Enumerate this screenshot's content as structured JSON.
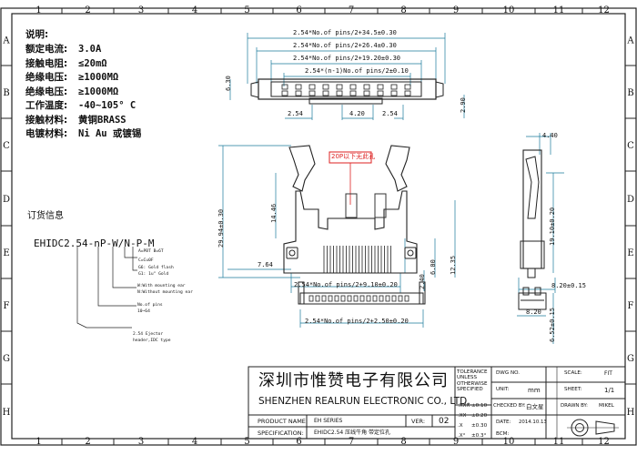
{
  "border": {
    "top_numbers": [
      "1",
      "2",
      "3",
      "4",
      "5",
      "6",
      "7",
      "8",
      "9",
      "10",
      "11",
      "12"
    ],
    "bottom_numbers": [
      "1",
      "2",
      "3",
      "4",
      "5",
      "6",
      "7",
      "8",
      "9",
      "10",
      "11",
      "12"
    ],
    "side_letters": [
      "A",
      "B",
      "C",
      "D",
      "E",
      "F",
      "G",
      "H"
    ]
  },
  "specs": {
    "title": "说明:",
    "rows": [
      {
        "label": "额定电流:",
        "value": "3.0A"
      },
      {
        "label": "接触电阻:",
        "value": "≤20mΩ"
      },
      {
        "label": "绝缘电压:",
        "value": "≥1000MΩ"
      },
      {
        "label": "绝缘电压:",
        "value": "≥1000MΩ"
      },
      {
        "label": "工作温度:",
        "value": "-40~105° C"
      },
      {
        "label": "接触材料:",
        "value": "黄铜BRASS"
      },
      {
        "label": "电镀材料:",
        "value": "Ni Au 或镀锡"
      }
    ]
  },
  "ordering": {
    "title": "订货信息",
    "code": "EHIDC2.54-nP-W/N-P-M",
    "notes": {
      "m": "A=PBT B=6T",
      "p1": "C=Cu0F",
      "p2": "G6: Gold flash",
      "p3": "G1: 1u\" Gold",
      "w1": "W:With mounting ear",
      "w2": "N:Without mounting ear",
      "n1": "No.of pins",
      "n2": "10~64",
      "s1": "2.54 Ejector",
      "s2": "header,IDC type"
    }
  },
  "top_view": {
    "dims": [
      "2.54*No.of pins/2+34.5±0.30",
      "2.54*No.of pins/2+26.4±0.30",
      "2.54*No.of pins/2+19.20±0.30",
      "2.54*(n-1)No.of pins/2±0.10"
    ],
    "left_dim": "6.30",
    "right_dim": "2.90",
    "bottom_dims": [
      "2.54",
      "4.20",
      "2.54"
    ]
  },
  "front_view": {
    "note": "20P以下无此孔",
    "dims": {
      "height": "29.94±0.30",
      "d1": "14.46",
      "d2": "12.35",
      "d3": "6.00",
      "d4": "7.64",
      "width": "2.54*No.of pins/2+9.10±0.20",
      "pin": "2.40",
      "bottom": "2.54*No.of pins/2+2.50±0.20"
    }
  },
  "side_view": {
    "top": "4.40",
    "height": "19.10±0.20",
    "width": "8.20±0.15",
    "small_w": "8.20",
    "small_h": "6.52±0.15"
  },
  "title_block": {
    "company_cn": "深圳市惟赞电子有限公司",
    "company_en": "SHENZHEN REALRUN ELECTRONIC CO., LTD.",
    "tolerance": [
      "TOLERANCE",
      "UNLESS",
      "OTHERWISE",
      "SPECIFIED"
    ],
    "tol_rows": [
      [
        ".XXX",
        "±0.10"
      ],
      [
        ".XX",
        "±0.20"
      ],
      [
        ".X",
        "±0.30"
      ],
      [
        ".X°",
        "±0.3°"
      ]
    ],
    "dwg_no_label": "DWG NO.",
    "scale_label": "SCALE:",
    "scale_value": "FIT",
    "unit_label": "UNIT:",
    "unit_value": "mm",
    "sheet_label": "SHEET:",
    "sheet_value": "1/1",
    "checked_label": "CHECKED BY:",
    "checked_value": "白文星",
    "drawn_label": "DRAWN BY:",
    "drawn_value": "MIKEL",
    "date_label": "DATE:",
    "date_value": "2014.10.13",
    "bcm_label": "BCM:",
    "product_label": "PRODUCT NAME:",
    "product_value": "EH SERIES",
    "ver_label": "VER:",
    "ver_value": "02",
    "spec_label": "SPECIFICATION:",
    "spec_value": "EHIDC2.54 压线牛角 带定位孔"
  }
}
